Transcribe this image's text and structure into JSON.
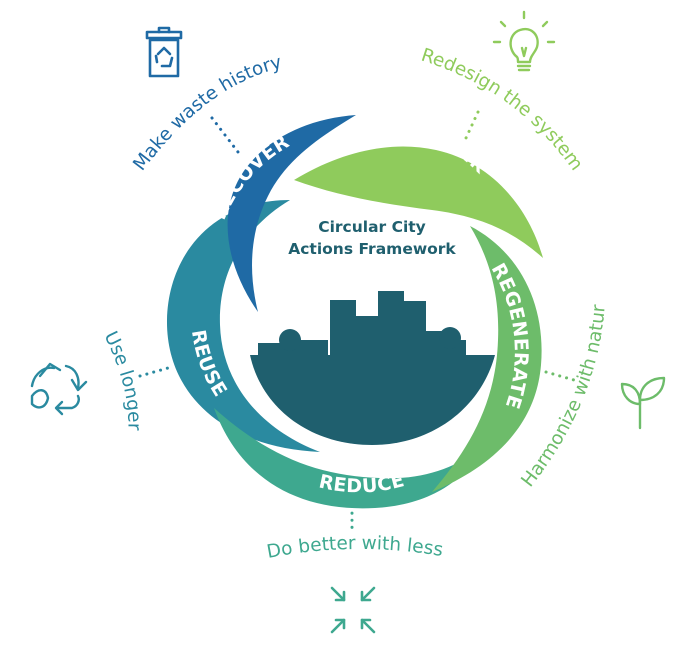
{
  "center_title": {
    "line1": "Circular City",
    "line2": "Actions Framework"
  },
  "stages": [
    {
      "id": "recover",
      "label": "RECOVER",
      "tagline": "Make waste history",
      "icon": "recycling-bin-icon",
      "color": "#1f6aa5"
    },
    {
      "id": "rethink",
      "label": "RETHINK",
      "tagline": "Redesign the system",
      "icon": "lightbulb-icon",
      "color": "#8fcb5c"
    },
    {
      "id": "regenerate",
      "label": "REGENERATE",
      "tagline": "Harmonize with nature",
      "icon": "sprout-icon",
      "color": "#6dbc6a"
    },
    {
      "id": "reduce",
      "label": "REDUCE",
      "tagline": "Do better with less",
      "icon": "shrink-arrows-icon",
      "color": "#3ea88f"
    },
    {
      "id": "reuse",
      "label": "REUSE",
      "tagline": "Use longer",
      "icon": "reuse-cycle-icon",
      "color": "#2a8aa0"
    }
  ],
  "colors": {
    "city": "#1f5f6e",
    "title": "#1f5f6e"
  }
}
